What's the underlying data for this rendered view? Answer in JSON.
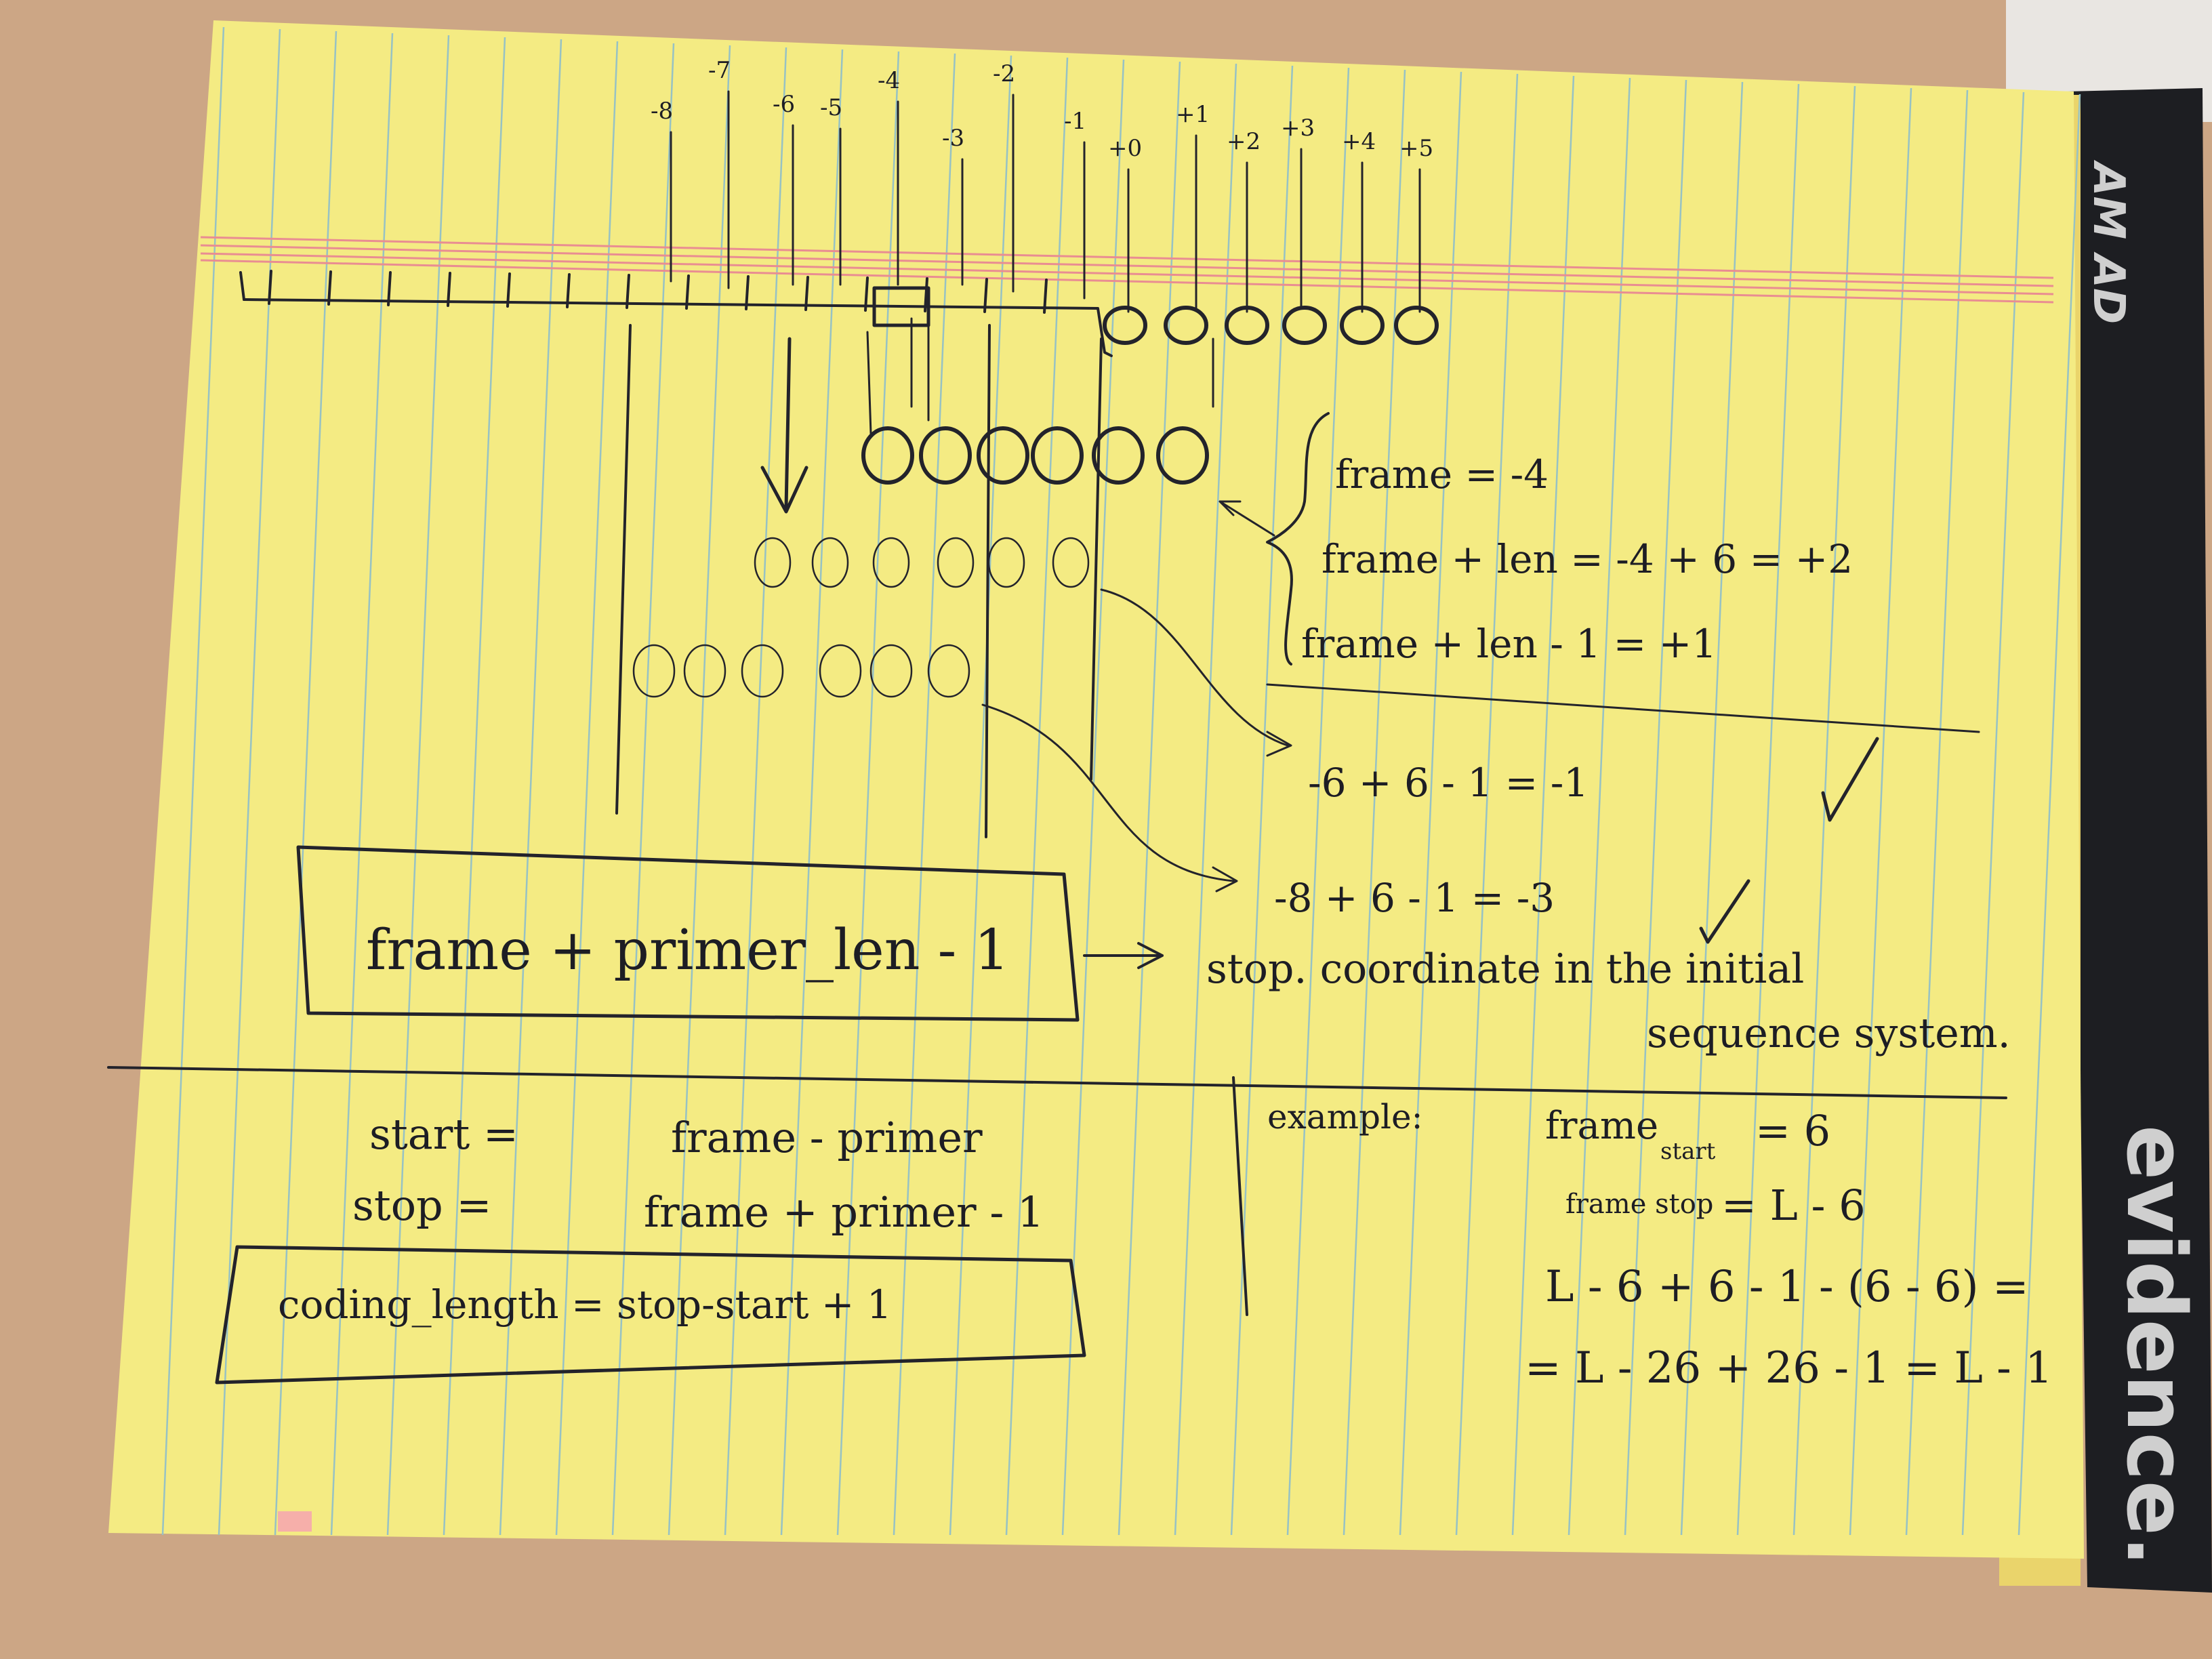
{
  "notebook": {
    "brand_top": "AM AD",
    "brand_spine": "evidence."
  },
  "diagram": {
    "ticks": [
      "-8",
      "-7",
      "-6",
      "-5",
      "-4",
      "-3",
      "-2",
      "-1",
      "+0",
      "+1",
      "+2",
      "+3",
      "+4",
      "+5"
    ]
  },
  "equations": {
    "frame": "frame = -4",
    "frame_len": "frame + len = -4 + 6 = +2",
    "frame_len_1": "frame + len - 1 = +1",
    "calc_b": "-6 + 6 - 1 = -1",
    "calc_c": "-8 + 6 - 1 = -3"
  },
  "formula": {
    "boxed": "frame + primer_len - 1",
    "desc_line1": "stop. coordinate in the initial",
    "desc_line2": "sequence system."
  },
  "definitions": {
    "start": "start =",
    "start_rhs": "frame - primer",
    "stop": "stop =",
    "stop_rhs": "frame + primer - 1",
    "coding": "coding_length = stop-start + 1"
  },
  "example": {
    "label": "example:",
    "frame_start": "frame",
    "frame_start_sub": "start",
    "frame_start_val": "= 6",
    "frame_stop": "frame stop",
    "frame_stop_val": "= L - 6",
    "line1": "L - 6 + 6 - 1 - (6 - 6) =",
    "line2": "= L - 26 + 26 - 1 = L - 1"
  }
}
